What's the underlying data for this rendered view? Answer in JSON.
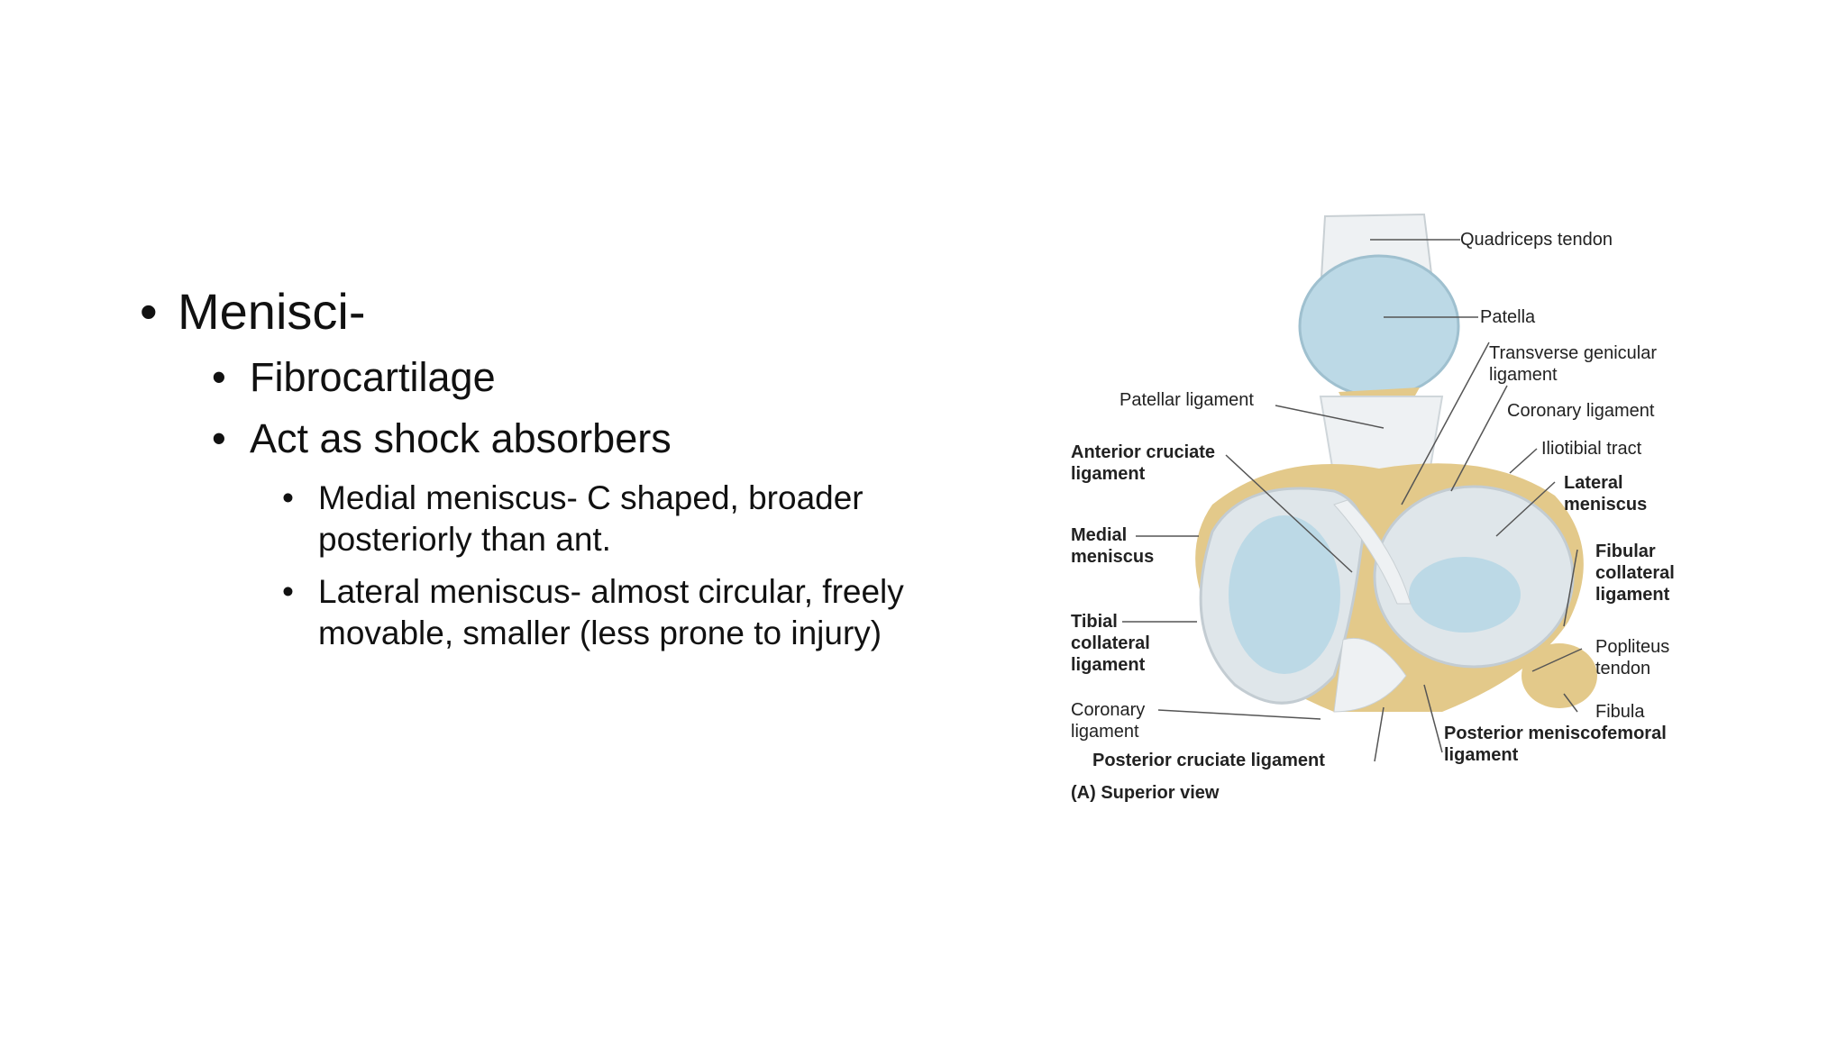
{
  "bullets": {
    "level1": "Menisci-",
    "level2": [
      "Fibrocartilage",
      "Act as shock absorbers"
    ],
    "level3": [
      "Medial meniscus- C shaped, broader posteriorly than ant.",
      "Lateral meniscus- almost circular, freely movable, smaller (less prone to injury)"
    ],
    "marker": "•"
  },
  "diagram": {
    "labels": {
      "quadriceps_tendon": "Quadriceps tendon",
      "patella": "Patella",
      "transverse_genicular_ligament_1": "Transverse genicular",
      "transverse_genicular_ligament_2": "ligament",
      "patellar_ligament": "Patellar ligament",
      "coronary_ligament_right": "Coronary ligament",
      "anterior_cruciate_ligament_1": "Anterior cruciate",
      "anterior_cruciate_ligament_2": "ligament",
      "iliotibial_tract": "Iliotibial tract",
      "lateral_meniscus_1": "Lateral",
      "lateral_meniscus_2": "meniscus",
      "medial_meniscus_1": "Medial",
      "medial_meniscus_2": "meniscus",
      "fibular_collateral_ligament_1": "Fibular",
      "fibular_collateral_ligament_2": "collateral",
      "fibular_collateral_ligament_3": "ligament",
      "tibial_collateral_ligament_1": "Tibial",
      "tibial_collateral_ligament_2": "collateral",
      "tibial_collateral_ligament_3": "ligament",
      "popliteus_tendon_1": "Popliteus",
      "popliteus_tendon_2": "tendon",
      "coronary_ligament_left_1": "Coronary",
      "coronary_ligament_left_2": "ligament",
      "fibula": "Fibula",
      "posterior_meniscofemoral_ligament_1": "Posterior meniscofemoral",
      "posterior_meniscofemoral_ligament_2": "ligament",
      "posterior_cruciate_ligament": "Posterior cruciate ligament",
      "view_caption": "(A) Superior view"
    },
    "colors": {
      "cartilage_blue": "#bcd9e6",
      "meniscus_gray": "#dfe6ea",
      "bone_yellow": "#e3c98a",
      "ligament_white": "#eef1f3",
      "leader_line": "#555555"
    }
  }
}
